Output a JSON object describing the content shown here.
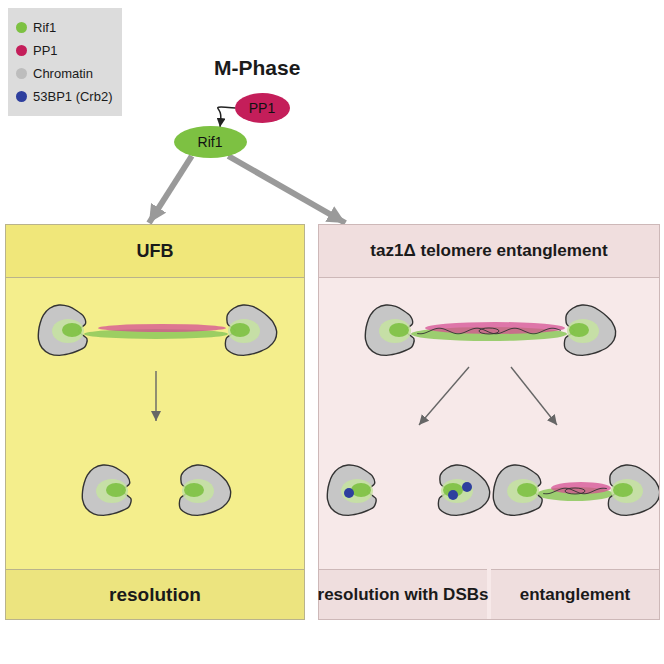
{
  "diagram": {
    "title": "M-Phase",
    "nodes": [
      {
        "text": [
          "PP1"
        ]
      },
      {
        "text": [
          "Rif1"
        ]
      },
      {
        "text": [
          "UFB"
        ]
      },
      {
        "text": [
          "resolution"
        ],
        "in": 2
      },
      {
        "text": [
          "taz1Δ telomere entanglement"
        ]
      },
      {
        "text": [
          "resolution with DSBs"
        ],
        "in": 4
      },
      {
        "text": [
          "entanglement"
        ],
        "in": 4
      }
    ],
    "edges": [
      {
        "from": 0,
        "to": 1,
        "arrow": "to"
      },
      {
        "from": 1,
        "to": 2,
        "arrow": "to"
      },
      {
        "from": 1,
        "to": 4,
        "arrow": "to"
      }
    ],
    "legend": [
      {
        "text": "Rif1",
        "color": "#7dc142"
      },
      {
        "text": "PP1",
        "color": "#c41e5a"
      },
      {
        "text": "Chromatin",
        "color": "#bdbdbd"
      },
      {
        "text": "53BP1 (Crb2)",
        "color": "#2e3f9e"
      }
    ]
  }
}
